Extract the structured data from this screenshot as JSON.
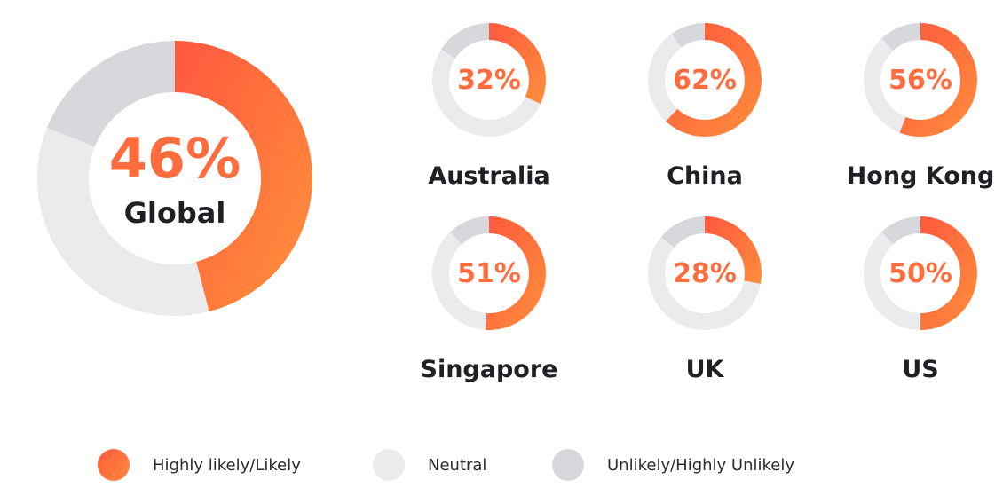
{
  "chart_data": {
    "type": "pie",
    "donuts": [
      {
        "label": "Global",
        "value_label": "46%",
        "likely": 46,
        "neutral": 35,
        "unlikely": 19
      },
      {
        "label": "Australia",
        "value_label": "32%",
        "likely": 32,
        "neutral": 52,
        "unlikely": 16
      },
      {
        "label": "China",
        "value_label": "62%",
        "likely": 62,
        "neutral": 28,
        "unlikely": 10
      },
      {
        "label": "Hong Kong",
        "value_label": "56%",
        "likely": 56,
        "neutral": 32,
        "unlikely": 12
      },
      {
        "label": "Singapore",
        "value_label": "51%",
        "likely": 51,
        "neutral": 37,
        "unlikely": 12
      },
      {
        "label": "UK",
        "value_label": "28%",
        "likely": 28,
        "neutral": 58,
        "unlikely": 14
      },
      {
        "label": "US",
        "value_label": "50%",
        "likely": 50,
        "neutral": 38,
        "unlikely": 12
      }
    ],
    "legend": [
      {
        "name": "Highly likely/Likely",
        "color": "#ff6a3d"
      },
      {
        "name": "Neutral",
        "color": "#ebebee"
      },
      {
        "name": "Unlikely/Highly Unlikely",
        "color": "#d7d8dc"
      }
    ],
    "colors": {
      "likely_start": "#ff5a3e",
      "likely_end": "#ff8a3c",
      "neutral": "#ebebee",
      "unlikely": "#d7d8dc",
      "percent_text": "#ff6d3f",
      "label_text": "#1f2024"
    },
    "legend_placement": "bottom"
  }
}
